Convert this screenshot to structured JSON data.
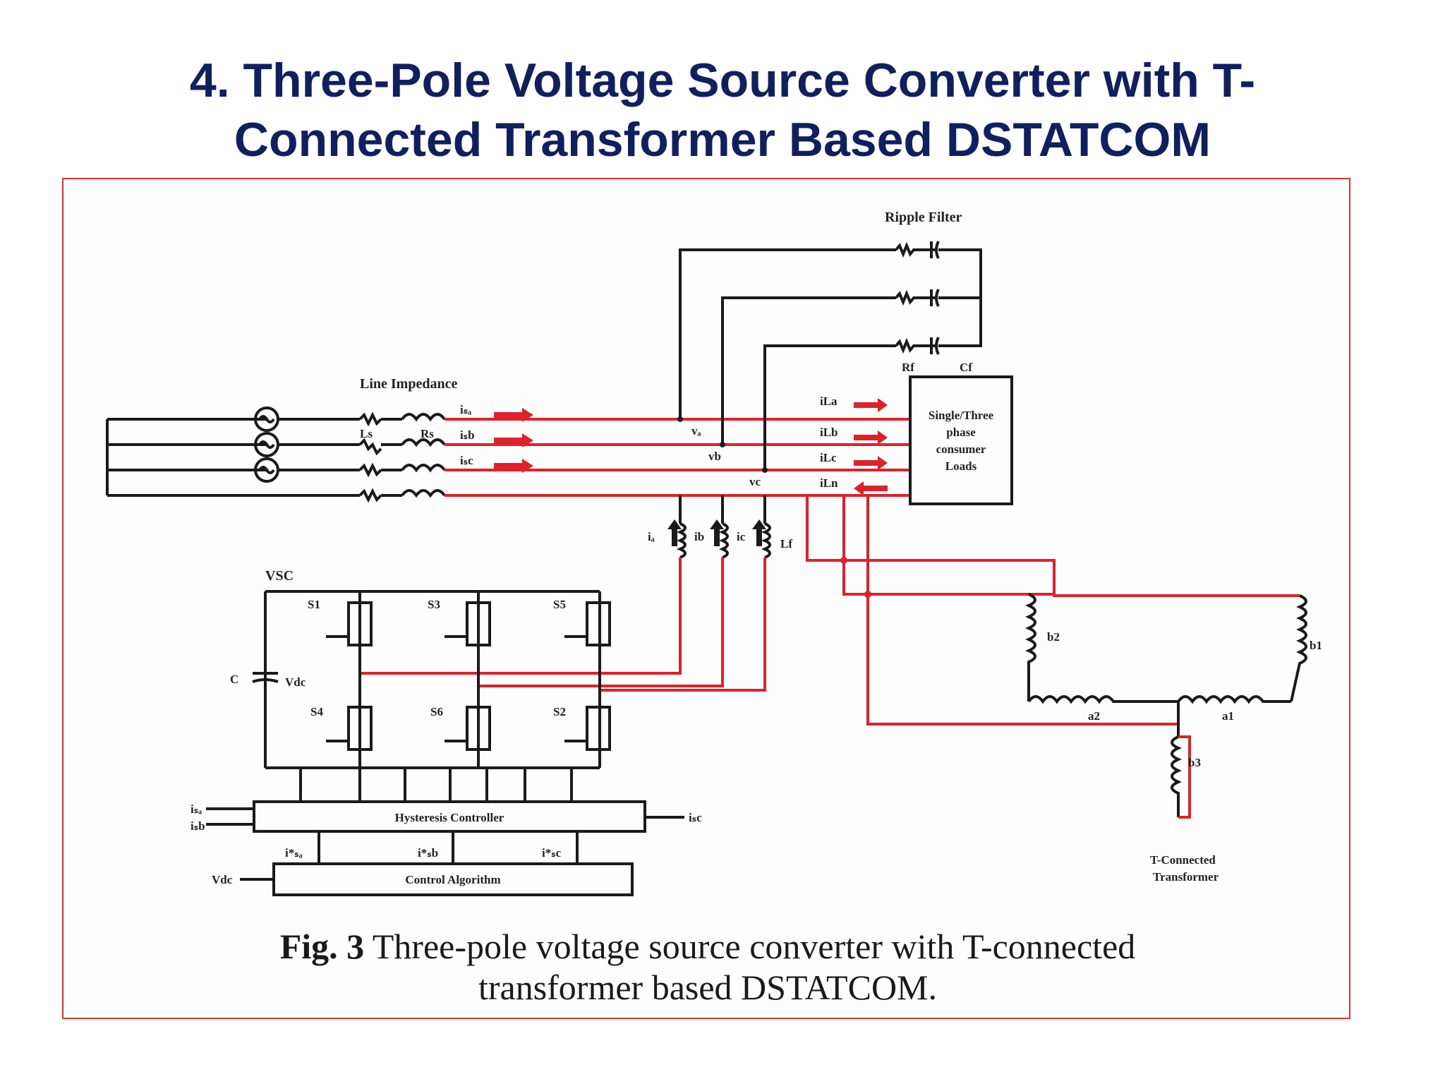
{
  "title": {
    "line1": "4. Three-Pole Voltage Source Converter with T-",
    "line2": "Connected Transformer Based DSTATCOM"
  },
  "diagram": {
    "labels": {
      "ripple_filter": "Ripple Filter",
      "line_impedance": "Line Impedance",
      "ls": "Ls",
      "rs": "Rs",
      "isa": "iₛₐ",
      "isb": "iₛb",
      "isc": "iₛc",
      "va": "vₐ",
      "vb": "vb",
      "vc": "vc",
      "ila": "iLa",
      "ilb": "iLb",
      "ilc": "iLc",
      "iln": "iLn",
      "rf": "Rf",
      "cf": "Cf",
      "load_line1": "Single/Three",
      "load_line2": "phase",
      "load_line3": "consumer",
      "load_line4": "Loads",
      "ica": "iₐ",
      "icb": "ib",
      "icc": "ic",
      "lf": "Lf",
      "vsc": "VSC",
      "c": "C",
      "vdc": "Vdc",
      "s1": "S1",
      "s3": "S3",
      "s5": "S5",
      "s4": "S4",
      "s6": "S6",
      "s2": "S2",
      "b1": "b1",
      "b2": "b2",
      "b3": "b3",
      "a1": "a1",
      "a2": "a2",
      "t_transformer_line1": "T-Connected",
      "t_transformer_line2": "Transformer",
      "hysteresis_controller": "Hysteresis Controller",
      "control_algorithm": "Control Algorithm",
      "isa_in": "iₛₐ",
      "isb_in": "iₛb",
      "isc_in": "iₛc",
      "isa_ref": "i*ₛₐ",
      "isb_ref": "i*ₛb",
      "isc_ref": "i*ₛc",
      "vdc_in": "Vdc"
    },
    "colors": {
      "wire": "#1a1a1a",
      "compensation": "#e0212a"
    }
  },
  "caption": {
    "prefix": "Fig. 3",
    "text_line1": " Three-pole voltage source converter with T-connected",
    "text_line2": "transformer based DSTATCOM."
  }
}
